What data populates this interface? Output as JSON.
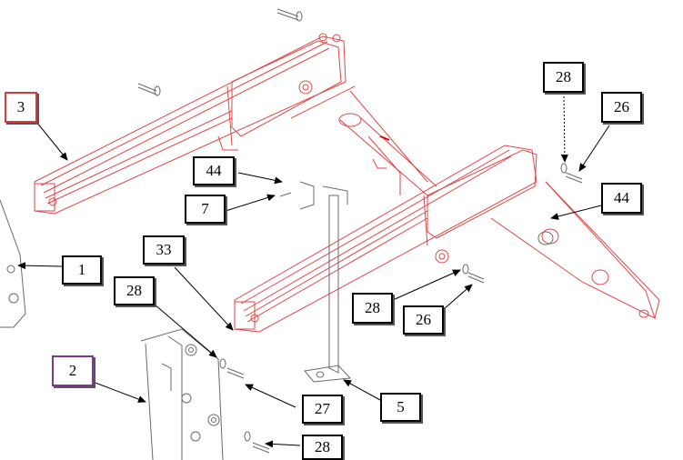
{
  "diagram": {
    "colors": {
      "frame": "#e04646",
      "part": "#6a6a6a",
      "leader": "#000000",
      "callout_red": "#d23c3c",
      "callout_purple": "#7a3a8c"
    },
    "callouts": [
      {
        "id": "c3",
        "label": "3",
        "variant": "red"
      },
      {
        "id": "c44a",
        "label": "44",
        "variant": "plain"
      },
      {
        "id": "c7",
        "label": "7",
        "variant": "plain"
      },
      {
        "id": "c33",
        "label": "33",
        "variant": "plain"
      },
      {
        "id": "c1",
        "label": "1",
        "variant": "plain"
      },
      {
        "id": "c28a",
        "label": "28",
        "variant": "plain"
      },
      {
        "id": "c2",
        "label": "2",
        "variant": "purple"
      },
      {
        "id": "c27",
        "label": "27",
        "variant": "plain"
      },
      {
        "id": "c28b",
        "label": "28",
        "variant": "plain"
      },
      {
        "id": "c5",
        "label": "5",
        "variant": "plain"
      },
      {
        "id": "c28c",
        "label": "28",
        "variant": "plain"
      },
      {
        "id": "c26a",
        "label": "26",
        "variant": "plain"
      },
      {
        "id": "c28d",
        "label": "28",
        "variant": "plain"
      },
      {
        "id": "c26b",
        "label": "26",
        "variant": "plain"
      },
      {
        "id": "c44b",
        "label": "44",
        "variant": "plain"
      }
    ]
  }
}
